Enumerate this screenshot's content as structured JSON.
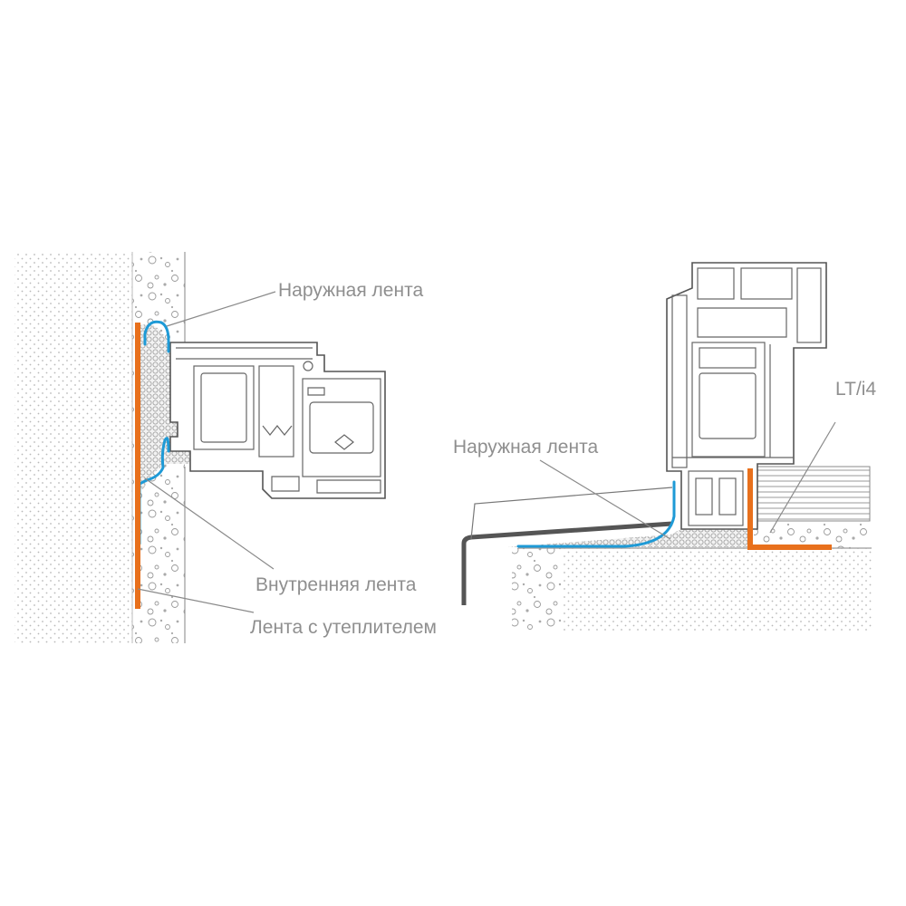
{
  "colors": {
    "outer_tape": "#1e9ad6",
    "inner_tape": "#1e9ad6",
    "insulated_tape": "#e8701c",
    "lt_i4_tape": "#e8701c",
    "sill": "#555555",
    "label_text": "#8f8f8f"
  },
  "left_view": {
    "outer_tape_label": "Наружная лента",
    "inner_tape_label": "Внутренняя лента",
    "insulated_tape_label": "Лента с утеплителем"
  },
  "right_view": {
    "outer_tape_label": "Наружная лента",
    "lt_i4_label": "LT/i4"
  }
}
